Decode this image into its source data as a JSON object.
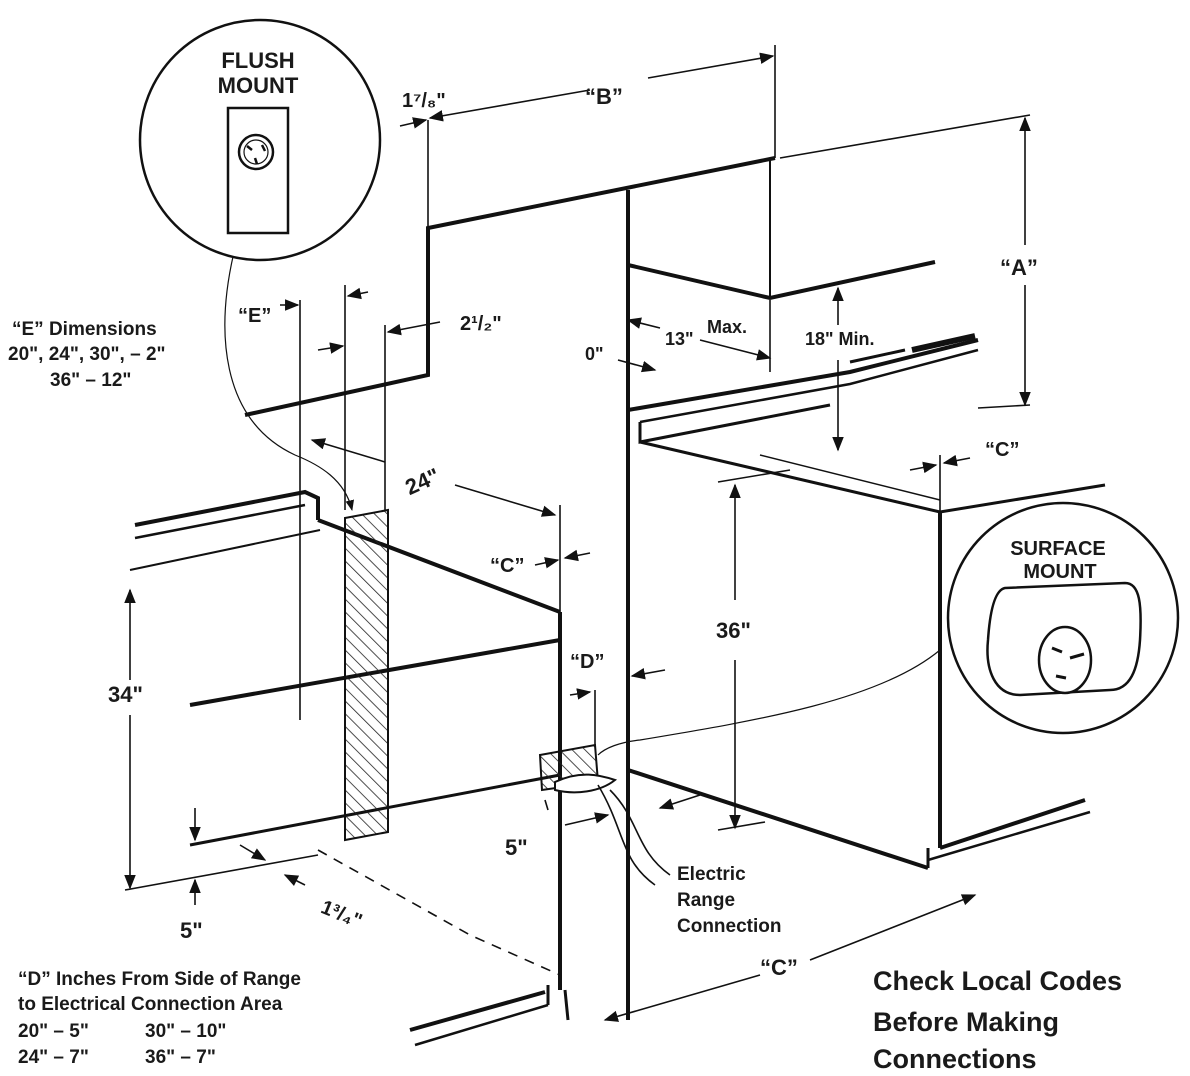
{
  "inset_flush": {
    "title_line1": "FLUSH",
    "title_line2": "MOUNT"
  },
  "inset_surface": {
    "title_line1": "SURFACE",
    "title_line2": "MOUNT"
  },
  "dimensions": {
    "seven_eighths": "1⁷/₈\"",
    "b": "“B”",
    "a": "“A”",
    "e": "“E”",
    "two_half": "2¹/₂\"",
    "thirteen": "13\"",
    "max": "Max.",
    "eighteen_min": "18\" Min.",
    "zero": "0\"",
    "c_right": "“C”",
    "twenty_four": "24\"",
    "c_mid": "“C”",
    "d": "“D”",
    "thirty_six": "36\"",
    "thirty_four": "34\"",
    "five_mid": "5\"",
    "five_bottom": "5\"",
    "one_three_quarter": "1³/₄\"",
    "c_bottom": "“C”"
  },
  "e_note": {
    "line1": "“E” Dimensions",
    "line2": "20\", 24\", 30\", – 2\"",
    "line3": "36\" – 12\""
  },
  "electric_note": {
    "line1": "Electric",
    "line2": "Range",
    "line3": "Connection"
  },
  "d_note": {
    "line1": "“D” Inches From Side of Range",
    "line2": "to Electrical Connection Area",
    "r1c1": "20\" – 5\"",
    "r1c2": "30\" – 10\"",
    "r2c1": "24\" – 7\"",
    "r2c2": "36\" – 7\""
  },
  "check_note": {
    "line1": "Check Local Codes",
    "line2": "Before Making",
    "line3": "Connections"
  }
}
